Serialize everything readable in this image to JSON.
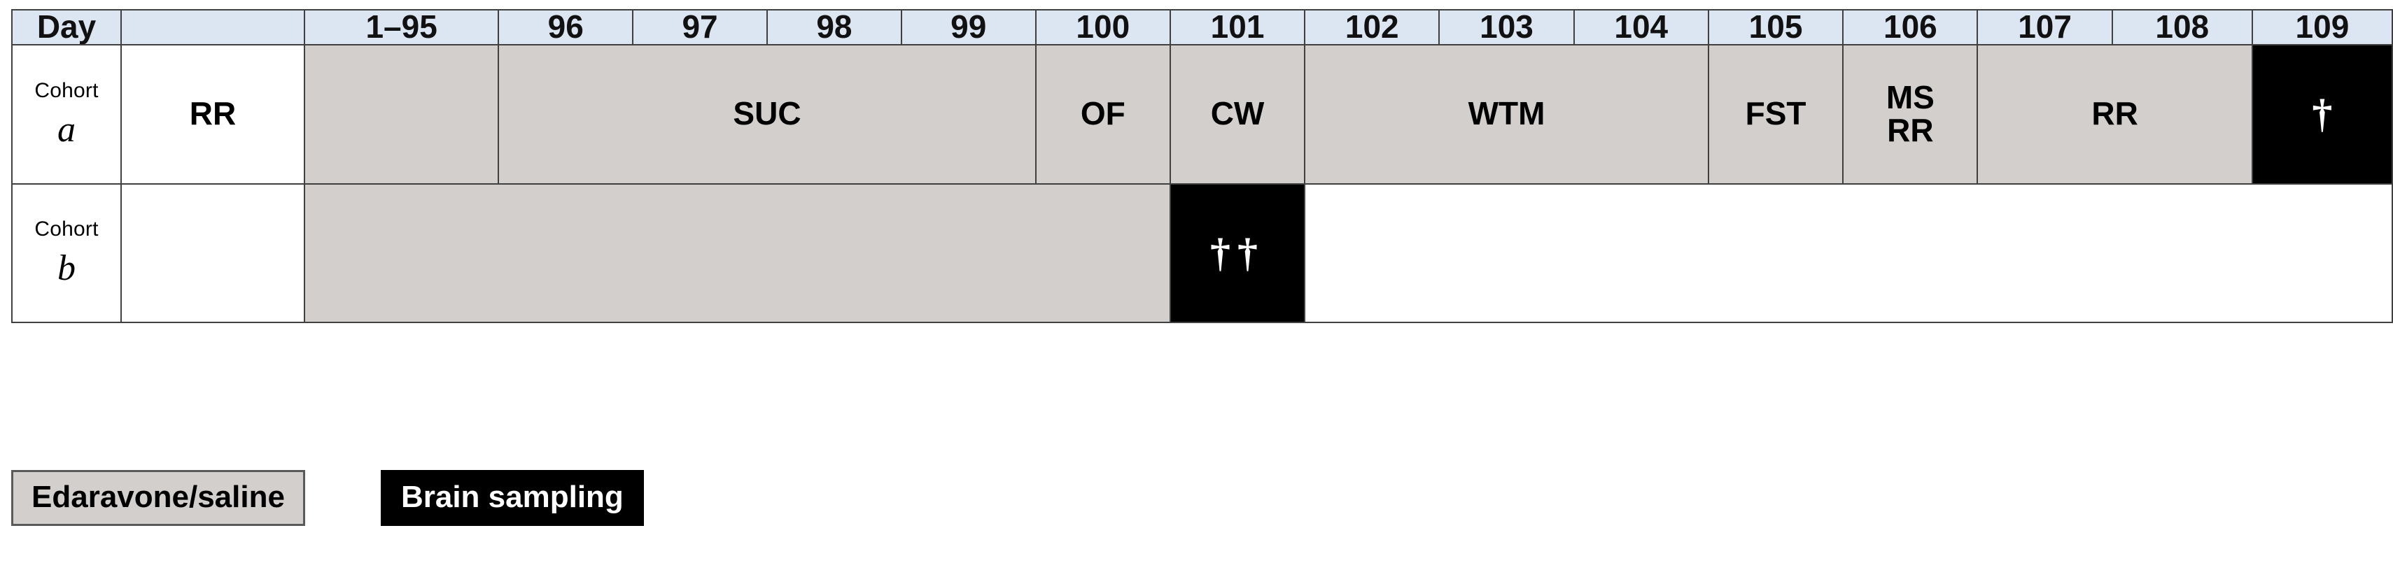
{
  "table": {
    "header": {
      "day_label": "Day",
      "blank_label": "",
      "days": [
        "1–95",
        "96",
        "97",
        "98",
        "99",
        "100",
        "101",
        "102",
        "103",
        "104",
        "105",
        "106",
        "107",
        "108",
        "109"
      ]
    },
    "rows": [
      {
        "cohort_word": "Cohort",
        "cohort_letter": "a",
        "baseline_label": "RR",
        "cells": [
          {
            "label": "",
            "span": 1,
            "fill": "gray"
          },
          {
            "label": "SUC",
            "span": 4,
            "fill": "gray"
          },
          {
            "label": "OF",
            "span": 1,
            "fill": "gray"
          },
          {
            "label": "CW",
            "span": 1,
            "fill": "gray"
          },
          {
            "label": "WTM",
            "span": 3,
            "fill": "gray"
          },
          {
            "label": "FST",
            "span": 1,
            "fill": "gray"
          },
          {
            "label_line1": "MS",
            "label_line2": "RR",
            "span": 1,
            "fill": "gray"
          },
          {
            "label": "RR",
            "span": 2,
            "fill": "gray"
          },
          {
            "label": "†",
            "span": 1,
            "fill": "black"
          }
        ]
      },
      {
        "cohort_word": "Cohort",
        "cohort_letter": "b",
        "baseline_label": "",
        "cells": [
          {
            "label": "",
            "span": 6,
            "fill": "gray"
          },
          {
            "label": "††",
            "span": 1,
            "fill": "black"
          }
        ],
        "trailing_blank_span": 8
      }
    ]
  },
  "legend": {
    "items": [
      {
        "label": "Edaravone/saline",
        "swatch": "#d2cfcc",
        "text_color": "#000000"
      },
      {
        "label": "Brain sampling",
        "swatch": "#000000",
        "text_color": "#ffffff"
      }
    ]
  },
  "colors": {
    "header_fill": "#dce6f2",
    "treatment_fill": "#d2cfcc",
    "sampling_fill": "#000000",
    "grid_line": "#404040",
    "separator": "#000000"
  }
}
